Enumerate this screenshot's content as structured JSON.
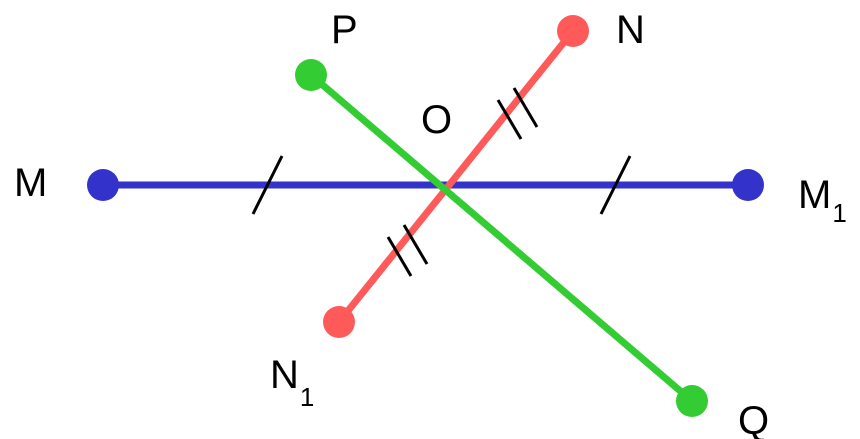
{
  "colors": {
    "segment_mm1": "#3333cc",
    "segment_nn1": "#ff5a5a",
    "segment_pq": "#33cc33",
    "tick": "#000000"
  },
  "segments": [
    {
      "name": "segment-m-m1",
      "from": "M",
      "to": "M1",
      "color": "#3333cc",
      "equal_marks": 1
    },
    {
      "name": "segment-n-n1",
      "from": "N",
      "to": "N1",
      "color": "#ff5a5a",
      "equal_marks": 2
    },
    {
      "name": "segment-p-q",
      "from": "P",
      "to": "Q",
      "color": "#33cc33",
      "equal_marks": 0
    }
  ],
  "labels": {
    "M": "M",
    "M1_base": "M",
    "M1_sub": "1",
    "N": "N",
    "N1_base": "N",
    "N1_sub": "1",
    "P": "P",
    "Q": "Q",
    "O": "O"
  }
}
